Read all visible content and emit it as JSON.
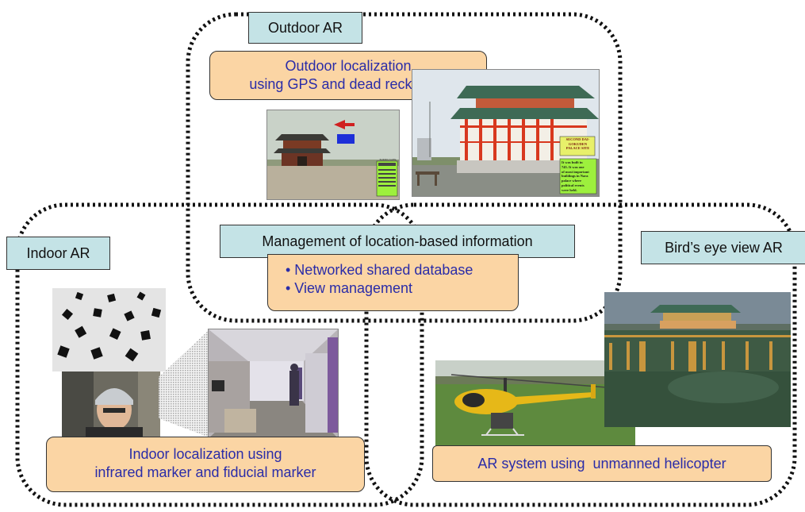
{
  "regions": {
    "outdoor": {
      "label": "Outdoor AR",
      "caption_lines": [
        "Outdoor localization",
        "using GPS and dead reckoning"
      ]
    },
    "indoor": {
      "label": "Indoor AR",
      "caption_lines": [
        "Indoor localization using",
        "infrared marker and fiducial marker"
      ]
    },
    "birdseye": {
      "label": "Bird’s eye view AR",
      "caption": "AR system using  unmanned helicopter"
    }
  },
  "center": {
    "title": "Management of location-based information",
    "bullets": [
      "• Networked shared database",
      "• View management"
    ]
  },
  "photos": {
    "outdoor_small_sign": "SUZAKU GATE",
    "outdoor_large_sign_lines": [
      "SECOND DAI-",
      "GOKUDEN",
      "PALACE SITE"
    ],
    "outdoor_large_info_lines": [
      "It was built in",
      "745.  It was one",
      "of most important",
      "buildings in Nara",
      "palace where",
      "political events",
      "were held."
    ]
  },
  "colors": {
    "label_bg": "#c4e3e6",
    "caption_bg": "#fbd5a4",
    "caption_text": "#2a2ca8",
    "frame_dots": "#111111"
  }
}
